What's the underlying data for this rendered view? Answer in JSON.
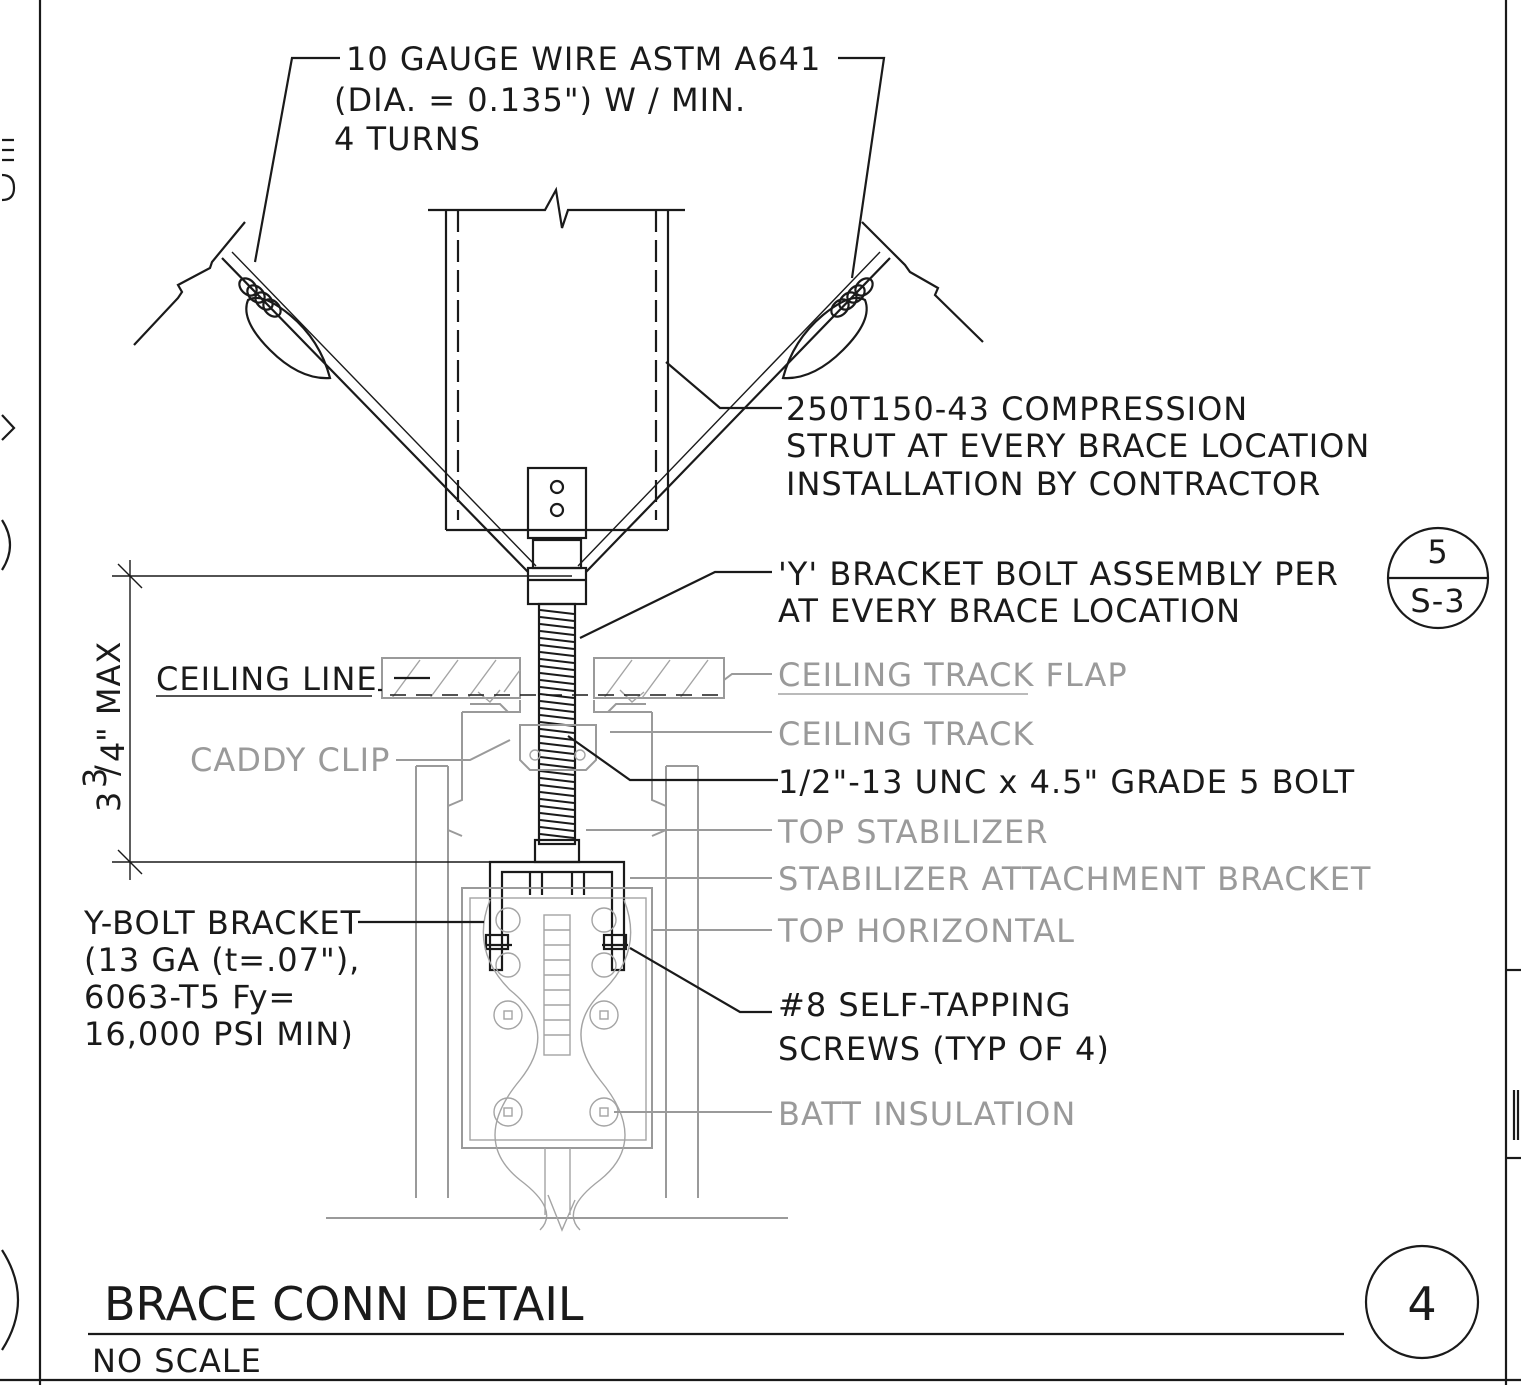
{
  "detail": {
    "title": "BRACE CONN DETAIL",
    "scale": "NO SCALE",
    "number": "4"
  },
  "callouts": {
    "wire": [
      "10 GAUGE WIRE ASTM A641",
      "(DIA. = 0.135\") W / MIN.",
      "4 TURNS"
    ],
    "strut": [
      "250T150-43 COMPRESSION",
      "STRUT AT EVERY BRACE LOCATION",
      "INSTALLATION BY CONTRACTOR"
    ],
    "ybracket_assembly": [
      "'Y' BRACKET BOLT ASSEMBLY PER",
      "AT EVERY BRACE LOCATION"
    ],
    "ceiling_line": "CEILING LINE",
    "ceiling_track_flap": "CEILING TRACK FLAP",
    "ceiling_track": "CEILING TRACK",
    "caddy_clip": "CADDY CLIP",
    "bolt": "1/2\"-13 UNC x 4.5\" GRADE 5 BOLT",
    "top_stabilizer": "TOP STABILIZER",
    "stabilizer_bracket": "STABILIZER ATTACHMENT BRACKET",
    "top_horizontal": "TOP HORIZONTAL",
    "ybolt_bracket": [
      "Y-BOLT BRACKET",
      "(13 GA (t=.07\"),",
      "6063-T5 Fy=",
      "16,000 PSI MIN)"
    ],
    "screws": [
      "#8 SELF-TAPPING",
      "SCREWS (TYP OF 4)"
    ],
    "batt": "BATT INSULATION"
  },
  "section_ref": {
    "top": "5",
    "bottom": "S-3"
  },
  "dimension": {
    "whole": "3",
    "num": "3",
    "den": "4",
    "suffix": "\" MAX"
  }
}
